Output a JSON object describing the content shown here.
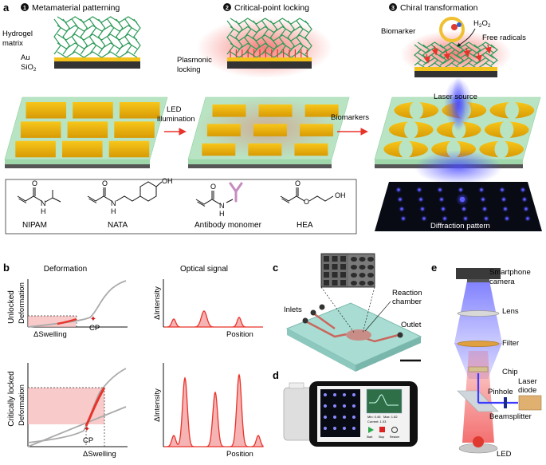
{
  "panel_a": {
    "letter": "a",
    "steps": [
      {
        "num": "1",
        "title": "Metamaterial patterning"
      },
      {
        "num": "2",
        "title": "Critical-point locking"
      },
      {
        "num": "3",
        "title": "Chiral transformation"
      }
    ],
    "labels": {
      "hydrogel_line1": "Hydrogel",
      "hydrogel_line2": "matrix",
      "au": "Au",
      "sio2_main": "SiO",
      "sio2_sub": "2",
      "plasmonic_line1": "Plasmonic",
      "plasmonic_line2": "locking",
      "biomarker": "Biomarker",
      "h2o2_h": "H",
      "h2o2_2a": "2",
      "h2o2_o": "O",
      "h2o2_2b": "2",
      "free_radicals": "Free radicals",
      "led_line1": "LED",
      "led_line2": "illumination",
      "biomarkers": "Biomarkers",
      "laser_source": "Laser source",
      "diffraction": "Diffraction pattern"
    },
    "monomers": [
      "NIPAM",
      "NATA",
      "Antibody monomer",
      "HEA"
    ],
    "chem": {
      "h": "H",
      "n": "N",
      "o": "O",
      "oh": "OH"
    }
  },
  "panel_b": {
    "letter": "b",
    "col_deformation": "Deformation",
    "col_optical": "Optical signal",
    "row_unlocked": "Unlocked",
    "row_locked": "Critically locked",
    "ylabel_deform": "Deformation",
    "xlabel_swelling": "ΔSwelling",
    "ylabel_intensity": "ΔIntensity",
    "xlabel_position": "Position",
    "cp": "CP"
  },
  "panel_c": {
    "letter": "c",
    "inlets": "Inlets",
    "reaction_line1": "Reaction",
    "reaction_line2": "chamber",
    "outlet": "Outlet"
  },
  "panel_d": {
    "letter": "d",
    "reading1": "Min: 0.45",
    "reading2": "Max: 1.82",
    "reading3": "Current: 1.03",
    "btn1": "Start",
    "btn2": "Stop",
    "btn3": "Restore"
  },
  "panel_e": {
    "letter": "e",
    "smartphone_line1": "Smartphone",
    "smartphone_line2": "camera",
    "lens": "Lens",
    "filter": "Filter",
    "chip": "Chip",
    "pinhole": "Pinhole",
    "laser_line1": "Laser",
    "laser_line2": "diode",
    "beamsplitter": "Beamsplitter",
    "led": "LED"
  },
  "colors": {
    "hydrogel": "#2e9b5a",
    "gold": "#f2c21b",
    "chip_green": "#b9e4c3",
    "red": "#e8332a",
    "laser_blue": "#3b3bff"
  }
}
